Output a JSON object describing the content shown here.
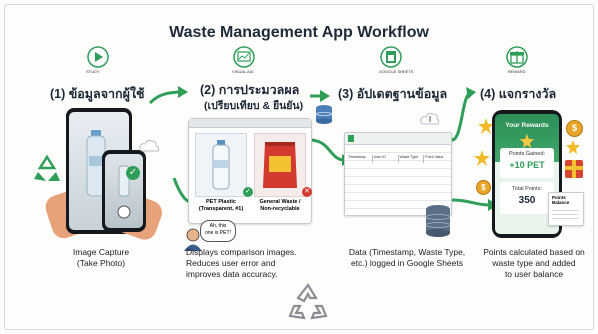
{
  "title": "Waste Management App Workflow",
  "steps": [
    {
      "icon": "camera-play-icon",
      "icon_label": "STUDY",
      "title": "(1) ข้อมูลจากผู้ใช้",
      "caption_lines": [
        "Image Capture",
        "(Take Photo)"
      ]
    },
    {
      "icon": "visual-ai-icon",
      "icon_label": "VISUAL AID",
      "title": "(2) การประมวลผล",
      "subtitle": "(เปรียบเทียบ & ยืนยัน)",
      "caption_lines": [
        "Displays comparison images.",
        "Reduces user error and",
        "improves data accuracy."
      ]
    },
    {
      "icon": "google-sheets-icon",
      "icon_label": "GOOGLE SHEETS",
      "title": "(3) อัปเดตฐานข้อมูล",
      "caption_lines": [
        "Data (Timestamp, Waste Type,",
        "etc.) logged in Google Sheets"
      ]
    },
    {
      "icon": "gift-icon",
      "icon_label": "REWARD",
      "title": "(4) แจกรางวัล",
      "caption_lines": [
        "Points calculated based on",
        "waste type and added",
        "to user balance"
      ]
    }
  ],
  "comparison": {
    "left": {
      "name": "PET Plastic",
      "detail": "(Transparent, #1)"
    },
    "right": {
      "name": "General Waste /",
      "detail": "Non-recyclable"
    }
  },
  "speech": {
    "line1": "Ah, this",
    "line2": "one is PET!"
  },
  "sheet": {
    "headers": [
      "Timestamp",
      "User ID",
      "Waste Type",
      "Point Value"
    ]
  },
  "points_doc": {
    "line1": "Points",
    "line2": "Balance"
  },
  "rewards": {
    "header": "Your Rewards",
    "gained_label": "Points Gained:",
    "gained_value": "+10 PET",
    "total_label": "Total Points:",
    "total_value": "350"
  },
  "colors": {
    "accent_green": "#2f9e58",
    "title": "#1e2a3a"
  }
}
